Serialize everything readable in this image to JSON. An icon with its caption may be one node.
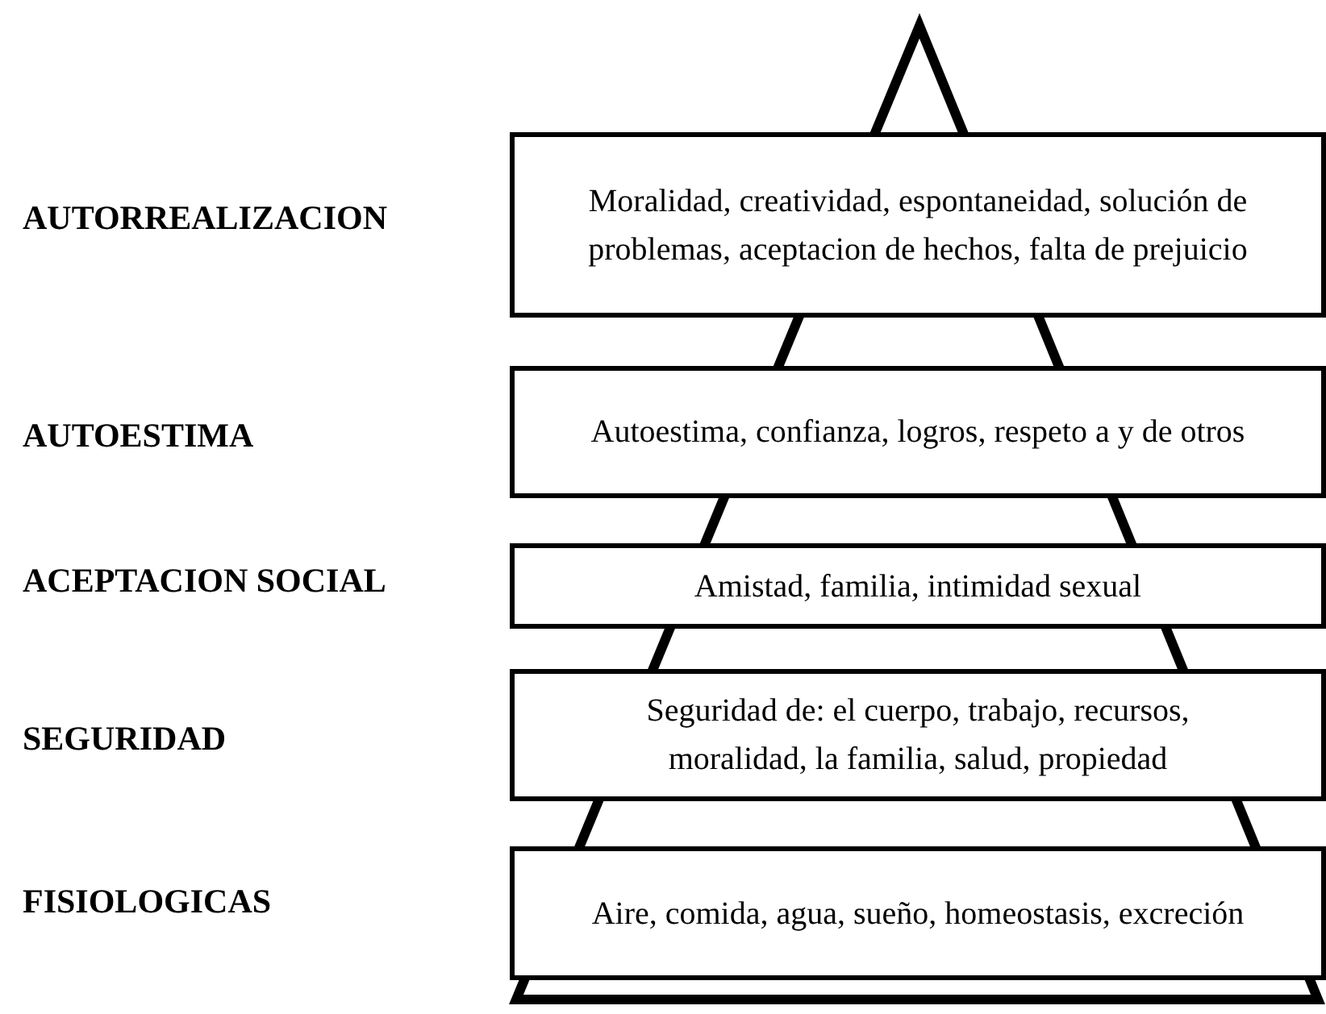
{
  "diagram": {
    "nodes": [
      {
        "text": [
          "Moralidad, creatividad, espontaneidad, solución de problemas, aceptacion de hechos, falta de prejuicio"
        ]
      },
      {
        "text": [
          "Autoestima, confianza, logros, respeto a y de otros"
        ]
      },
      {
        "text": [
          "Amistad, familia, intimidad sexual"
        ]
      },
      {
        "text": [
          "Seguridad de: el cuerpo, trabajo, recursos, moralidad, la familia, salud, propiedad"
        ]
      },
      {
        "text": [
          "Aire, comida, agua, sueño, homeostasis, excreción"
        ]
      }
    ],
    "labels": [
      "AUTORREALIZACION",
      "AUTOESTIMA",
      "ACEPTACION SOCIAL",
      "SEGURIDAD",
      "FISIOLOGICAS"
    ]
  }
}
